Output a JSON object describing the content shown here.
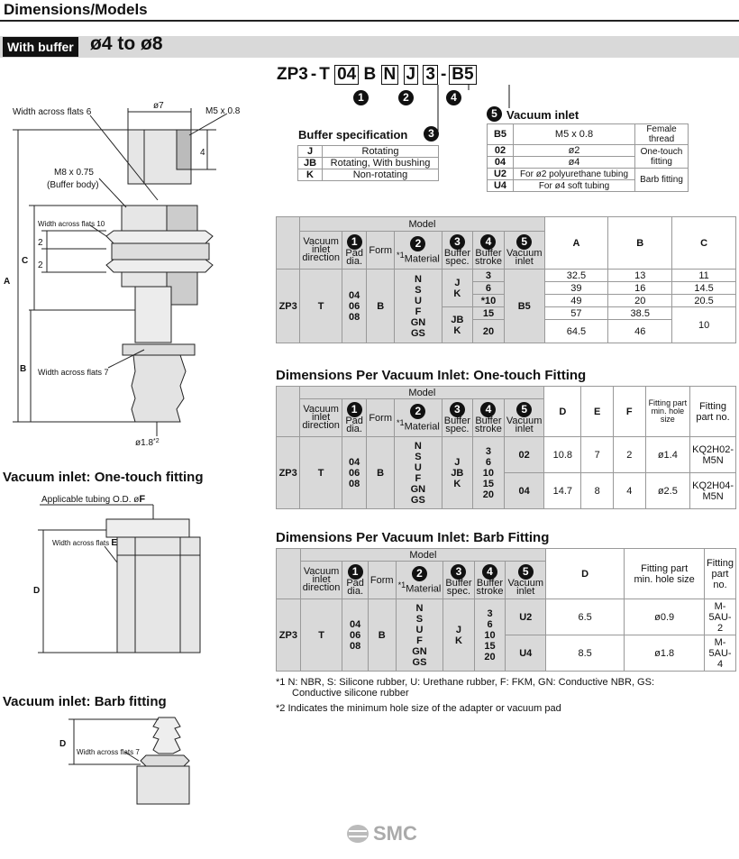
{
  "header": {
    "title": "Dimensions/Models",
    "section_label": "With buffer",
    "section_range": "ø4 to ø8"
  },
  "model_code": {
    "prefix": "ZP3",
    "sep1": "-",
    "t": "T",
    "pad_dia": "04",
    "form": "B",
    "material": "N",
    "buffer_spec": "J",
    "buffer_stroke": "3",
    "sep2": "-",
    "vacuum_inlet": "B5",
    "markers": [
      "1",
      "2",
      "3",
      "4",
      "5"
    ]
  },
  "buffer_specification": {
    "title": "Buffer specification",
    "rows": [
      {
        "code": "J",
        "desc": "Rotating"
      },
      {
        "code": "JB",
        "desc": "Rotating, With bushing"
      },
      {
        "code": "K",
        "desc": "Non-rotating"
      }
    ]
  },
  "vacuum_inlet": {
    "title": "Vacuum inlet",
    "rows": [
      {
        "code": "B5",
        "desc": "M5 x 0.8",
        "type": "Female thread"
      },
      {
        "code": "02",
        "desc": "ø2",
        "type": "One-touch fitting"
      },
      {
        "code": "04",
        "desc": "ø4",
        "type": ""
      },
      {
        "code": "U2",
        "desc": "For ø2 polyurethane tubing",
        "type": "Barb fitting"
      },
      {
        "code": "U4",
        "desc": "For ø4 soft tubing",
        "type": ""
      }
    ]
  },
  "model_header": {
    "model": "Model",
    "vacuum_inlet_direction": [
      "Vacuum",
      "inlet",
      "direction"
    ],
    "pad_dia": "Pad dia.",
    "form": "Form",
    "material": "Material",
    "material_note": "*1",
    "buffer_spec": [
      "Buffer",
      "spec."
    ],
    "buffer_stroke": [
      "Buffer",
      "stroke"
    ],
    "vacuum_inlet": [
      "Vacuum",
      "inlet"
    ]
  },
  "main_table": {
    "cols": [
      "A",
      "B",
      "C"
    ],
    "zp3": "ZP3",
    "t": "T",
    "pad": [
      "04",
      "06",
      "08"
    ],
    "form": "B",
    "materials": [
      "N",
      "S",
      "U",
      "F",
      "GN",
      "GS"
    ],
    "buffer_spec_a": [
      "J",
      "K"
    ],
    "buffer_spec_b": [
      "JB",
      "K"
    ],
    "inlet": "B5",
    "rows": [
      {
        "stroke": "3",
        "A": "32.5",
        "B": "13",
        "C": "11"
      },
      {
        "stroke": "6",
        "A": "39",
        "B": "16",
        "C": "14.5"
      },
      {
        "stroke": "*10",
        "A": "49",
        "B": "20",
        "C": "20.5"
      },
      {
        "stroke": "15",
        "A": "57",
        "B": "38.5",
        "C": ""
      },
      {
        "stroke": "20",
        "A": "64.5",
        "B": "46",
        "C": "10"
      }
    ]
  },
  "onetouch_table": {
    "title": "Dimensions Per Vacuum Inlet: One-touch Fitting",
    "cols": [
      "D",
      "E",
      "F"
    ],
    "fit_hole": [
      "Fitting part",
      "min. hole size"
    ],
    "fit_part": "Fitting part no.",
    "spec": [
      "J",
      "JB",
      "K"
    ],
    "strokes": [
      "3",
      "6",
      "10",
      "15",
      "20"
    ],
    "rows": [
      {
        "inlet": "02",
        "D": "10.8",
        "E": "7",
        "F": "2",
        "hole": "ø1.4",
        "part": "KQ2H02-M5N"
      },
      {
        "inlet": "04",
        "D": "14.7",
        "E": "8",
        "F": "4",
        "hole": "ø2.5",
        "part": "KQ2H04-M5N"
      }
    ]
  },
  "barb_table": {
    "title": "Dimensions Per Vacuum Inlet: Barb Fitting",
    "cols": [
      "D"
    ],
    "fit_hole": [
      "Fitting part",
      "min. hole size"
    ],
    "fit_part": "Fitting part no.",
    "spec": [
      "J",
      "K"
    ],
    "strokes": [
      "3",
      "6",
      "10",
      "15",
      "20"
    ],
    "rows": [
      {
        "inlet": "U2",
        "D": "6.5",
        "hole": "ø0.9",
        "part": "M-5AU-2"
      },
      {
        "inlet": "U4",
        "D": "8.5",
        "hole": "ø1.8",
        "part": "M-5AU-4"
      }
    ]
  },
  "footnotes": [
    {
      "mark": "*1",
      "text": "N: NBR, S: Silicone rubber, U: Urethane rubber, F: FKM, GN: Conductive NBR, GS:",
      "text2": "Conductive silicone rubber"
    },
    {
      "mark": "*2",
      "text": "Indicates the minimum hole size of the adapter or vacuum pad"
    }
  ],
  "drawing_main": {
    "width_across_flats_6": "Width across flats 6",
    "dia7": "ø7",
    "m5": "M5 x 0.8",
    "four": "4",
    "m8": "M8 x 0.75",
    "buffer_body": "(Buffer body)",
    "width_across_flats_10": "Width across flats 10",
    "two_a": "2",
    "two_b": "2",
    "c": "C",
    "a": "A",
    "b": "B",
    "width_across_flats_7": "Width across flats 7",
    "dia18": "ø1.8",
    "dia18_note": "*2"
  },
  "drawing_onetouch": {
    "title": "Vacuum inlet: One-touch fitting",
    "tubing": "Applicable tubing O.D. ø",
    "tubing_f": "F",
    "waf_e_prefix": "Width across flats ",
    "waf_e": "E",
    "d": "D"
  },
  "drawing_barb": {
    "title": "Vacuum inlet: Barb fitting",
    "waf7": "Width across flats 7",
    "d": "D"
  },
  "logo": {
    "text": "SMC"
  }
}
